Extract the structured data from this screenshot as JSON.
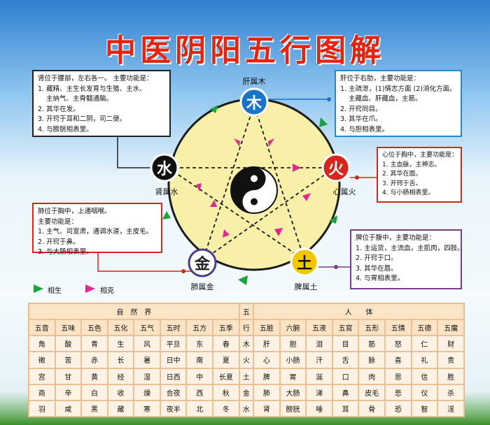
{
  "title": "中医阴阳五行图解",
  "elements": {
    "wood": {
      "char": "木",
      "label": "肝属木",
      "color": "#1a73c9"
    },
    "fire": {
      "char": "火",
      "label": "心属火",
      "color": "#d8241b"
    },
    "earth": {
      "char": "土",
      "label": "脾属土",
      "color": "#f2c600"
    },
    "metal": {
      "char": "金",
      "label": "肺属金",
      "color": "#ffffff"
    },
    "water": {
      "char": "水",
      "label": "肾属水",
      "color": "#111111"
    }
  },
  "boxes": {
    "kidney": [
      "肾位于腰部，左右各一。 主要功能是：",
      "1. 藏精、主生长发育与生殖、主水、",
      "主纳气、主骨髓通脑。",
      "2. 其华在发。",
      "3. 开窍于耳和二阴，司二便。",
      "4. 与膀胱相表里。"
    ],
    "liver": [
      "肝位于右肋，主要功能是：",
      "1. 主疏泄，(1)情志方面 (2)消化方面。",
      "主藏血、肝藏血，主筋。",
      "2. 开窍同目。",
      "3. 其华在爪。",
      "4. 与胆相表里。"
    ],
    "heart": [
      "心位于胸中，主要功能是：",
      "1. 主血脉，主神志。",
      "2. 其华在面。",
      "3. 开窍于舌。",
      "4. 与小肠相表里。"
    ],
    "lung": [
      "肺位于胸中，上通咽喉。",
      "主要功能是：",
      "1. 主气、司宣肃，通调水道，主皮毛。",
      "2. 开窍于鼻。",
      "3. 与大肠相表里。"
    ],
    "spleen": [
      "脾位于腹中，主要功能是：",
      "1. 主运货，主流血，主肌肉，四肢。",
      "2. 开窍于口。",
      "3. 其华在唇。",
      "4. 与胃相表里。"
    ]
  },
  "legend": {
    "generate": "相生",
    "restrain": "相克"
  },
  "colors": {
    "generate": "#1aa23b",
    "restrain": "#e2278f",
    "circle": "#f8f0a8"
  },
  "table": {
    "group_nature": "自　然　界",
    "group_five": "五",
    "group_body": "人　　体",
    "nature_headers": [
      "五音",
      "五味",
      "五色",
      "五化",
      "五气",
      "五时",
      "五方",
      "五季"
    ],
    "five_header": "行",
    "body_headers": [
      "五脏",
      "六腑",
      "五液",
      "五官",
      "五形",
      "五情",
      "五德",
      "五魔"
    ],
    "rows": [
      {
        "nature": [
          "角",
          "酸",
          "青",
          "生",
          "风",
          "平旦",
          "东",
          "春"
        ],
        "five": "木",
        "body": [
          "肝",
          "胆",
          "泪",
          "目",
          "筋",
          "怒",
          "仁",
          "财"
        ]
      },
      {
        "nature": [
          "徵",
          "苦",
          "赤",
          "长",
          "暑",
          "日中",
          "南",
          "夏"
        ],
        "five": "火",
        "body": [
          "心",
          "小肠",
          "汗",
          "舌",
          "脉",
          "喜",
          "礼",
          "贵"
        ]
      },
      {
        "nature": [
          "宫",
          "甘",
          "黄",
          "经",
          "湿",
          "日西",
          "中",
          "长夏"
        ],
        "five": "土",
        "body": [
          "脾",
          "胃",
          "涎",
          "口",
          "肉",
          "思",
          "信",
          "胜"
        ]
      },
      {
        "nature": [
          "商",
          "辛",
          "白",
          "收",
          "燥",
          "合夜",
          "西",
          "秋"
        ],
        "five": "金",
        "body": [
          "肺",
          "大肠",
          "涕",
          "鼻",
          "皮毛",
          "悲",
          "仪",
          "杀"
        ]
      },
      {
        "nature": [
          "羽",
          "咸",
          "黑",
          "藏",
          "寒",
          "夜半",
          "北",
          "冬"
        ],
        "five": "水",
        "body": [
          "肾",
          "膀胱",
          "唾",
          "耳",
          "骨",
          "恐",
          "智",
          "淫"
        ]
      }
    ]
  }
}
